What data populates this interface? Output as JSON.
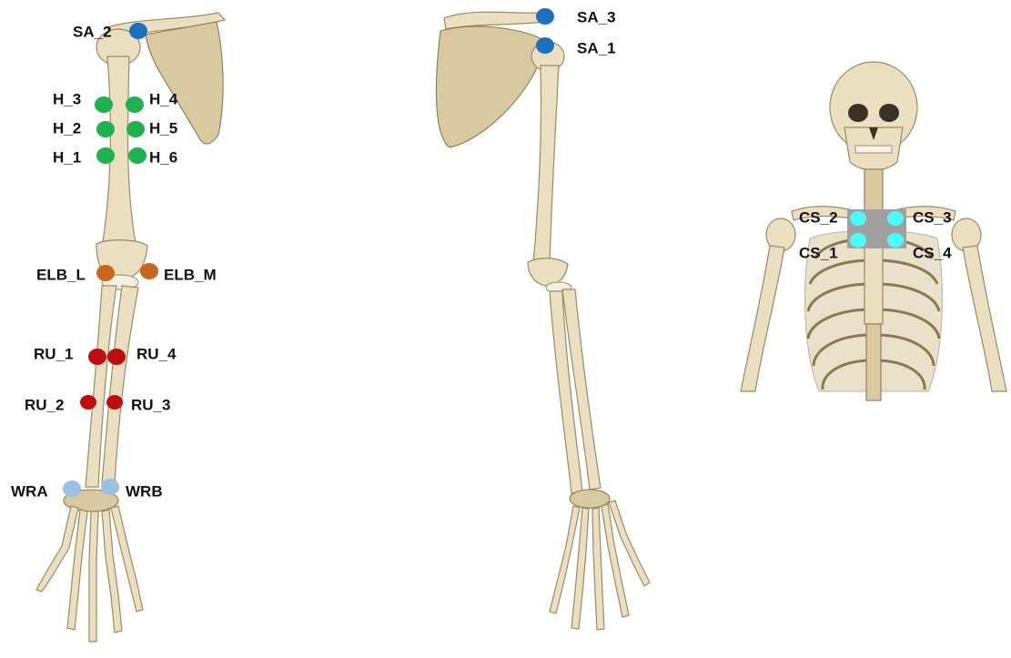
{
  "colors": {
    "blue": "#1f6fc0",
    "green": "#1fb04f",
    "orange": "#c9651f",
    "red": "#c00e10",
    "light_blue": "#9cc0e4",
    "cyan": "#4dfafa",
    "gray_patch": "#a0a0a0",
    "bone": "#eadfc0"
  },
  "figures": {
    "anterior_arm": {
      "markers": [
        {
          "label": "SA_2",
          "color": "blue"
        },
        {
          "label": "H_3",
          "color": "green"
        },
        {
          "label": "H_4",
          "color": "green"
        },
        {
          "label": "H_2",
          "color": "green"
        },
        {
          "label": "H_5",
          "color": "green"
        },
        {
          "label": "H_1",
          "color": "green"
        },
        {
          "label": "H_6",
          "color": "green"
        },
        {
          "label": "ELB_L",
          "color": "orange"
        },
        {
          "label": "ELB_M",
          "color": "orange"
        },
        {
          "label": "RU_1",
          "color": "red"
        },
        {
          "label": "RU_4",
          "color": "red"
        },
        {
          "label": "RU_2",
          "color": "red"
        },
        {
          "label": "RU_3",
          "color": "red"
        },
        {
          "label": "WRA",
          "color": "light_blue"
        },
        {
          "label": "WRB",
          "color": "light_blue"
        }
      ]
    },
    "posterior_arm": {
      "markers": [
        {
          "label": "SA_3",
          "color": "blue"
        },
        {
          "label": "SA_1",
          "color": "blue"
        }
      ]
    },
    "chest": {
      "markers": [
        {
          "label": "CS_2",
          "color": "cyan"
        },
        {
          "label": "CS_3",
          "color": "cyan"
        },
        {
          "label": "CS_1",
          "color": "cyan"
        },
        {
          "label": "CS_4",
          "color": "cyan"
        }
      ]
    }
  }
}
